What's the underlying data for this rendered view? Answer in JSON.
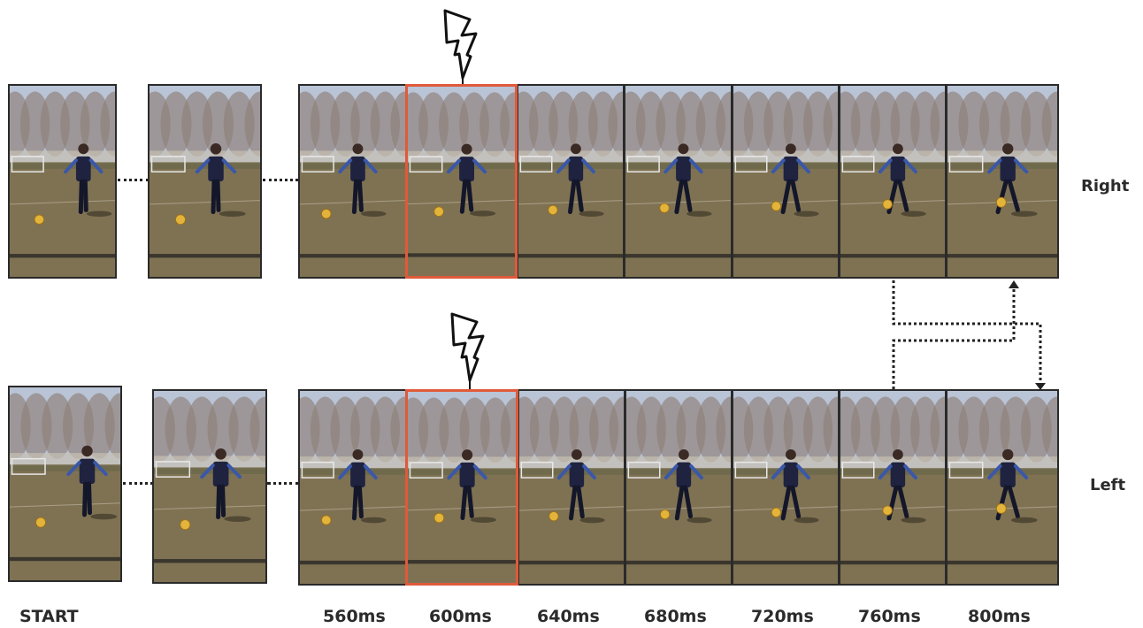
{
  "rows": [
    {
      "label": "Right",
      "trigger_icon": "lightning-icon",
      "frames": [
        {
          "kind": "start"
        },
        {
          "kind": "mid"
        },
        {
          "kind": "sequence",
          "step": 0
        },
        {
          "kind": "sequence",
          "step": 1,
          "highlighted": true
        },
        {
          "kind": "sequence",
          "step": 2
        },
        {
          "kind": "sequence",
          "step": 3
        },
        {
          "kind": "sequence",
          "step": 4
        },
        {
          "kind": "sequence",
          "step": 5
        },
        {
          "kind": "sequence",
          "step": 6
        }
      ]
    },
    {
      "label": "Left",
      "trigger_icon": "lightning-icon",
      "frames": [
        {
          "kind": "start"
        },
        {
          "kind": "mid"
        },
        {
          "kind": "sequence",
          "step": 0
        },
        {
          "kind": "sequence",
          "step": 1,
          "highlighted": true
        },
        {
          "kind": "sequence",
          "step": 2
        },
        {
          "kind": "sequence",
          "step": 3
        },
        {
          "kind": "sequence",
          "step": 4
        },
        {
          "kind": "sequence",
          "step": 5
        },
        {
          "kind": "sequence",
          "step": 6
        }
      ]
    }
  ],
  "time_labels": {
    "start": "START",
    "t560": "560ms",
    "t600": "600ms",
    "t640": "640ms",
    "t680": "680ms",
    "t720": "720ms",
    "t760": "760ms",
    "t800": "800ms"
  },
  "colors": {
    "highlight": "#e05a3a",
    "frame_border": "#2a2a2a",
    "sky": "#b9c4d6",
    "grass": "#7f7253"
  }
}
